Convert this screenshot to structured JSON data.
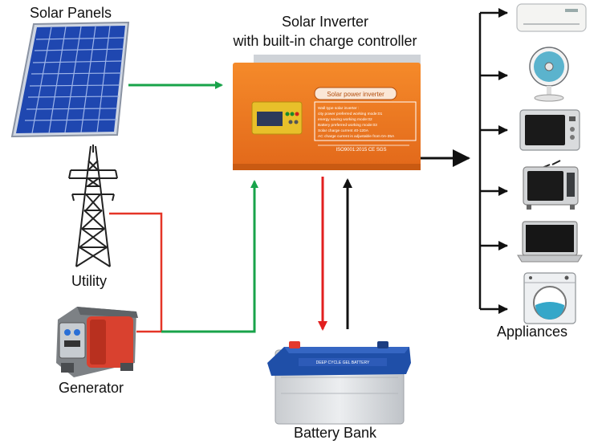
{
  "labels": {
    "solar_panels": "Solar Panels",
    "inverter_line1": "Solar Inverter",
    "inverter_line2": "with built-in charge controller",
    "utility": "Utility",
    "generator": "Generator",
    "battery_bank": "Battery Bank",
    "appliances": "Appliances"
  },
  "inverter_panel": {
    "badge": "Solar power inverter",
    "spec_lines": [
      "Wall type solar inverter :",
      "city power preferred working mode:01",
      "energy saving working mode:02",
      "Battery preferred working mode:03",
      "Solar charge current 40-120A",
      "AC charge current is adjustable from 0A-35A"
    ],
    "certification": "ISO9001:2015 CE SGS"
  },
  "battery_top_text": "DEEP CYCLE GEL BATTERY",
  "appliance_icons": [
    "air-conditioner-icon",
    "fan-icon",
    "microwave-icon",
    "television-icon",
    "laptop-icon",
    "washing-machine-icon"
  ],
  "colors": {
    "solar_flow": "#18a34a",
    "utility_line": "#e53527",
    "charge_arrow": "#e21f1f",
    "discharge_arrow": "#111111",
    "inverter_body": "#f07a1a",
    "battery_lid": "#1f4fa8",
    "generator_body": "#d9412f"
  }
}
